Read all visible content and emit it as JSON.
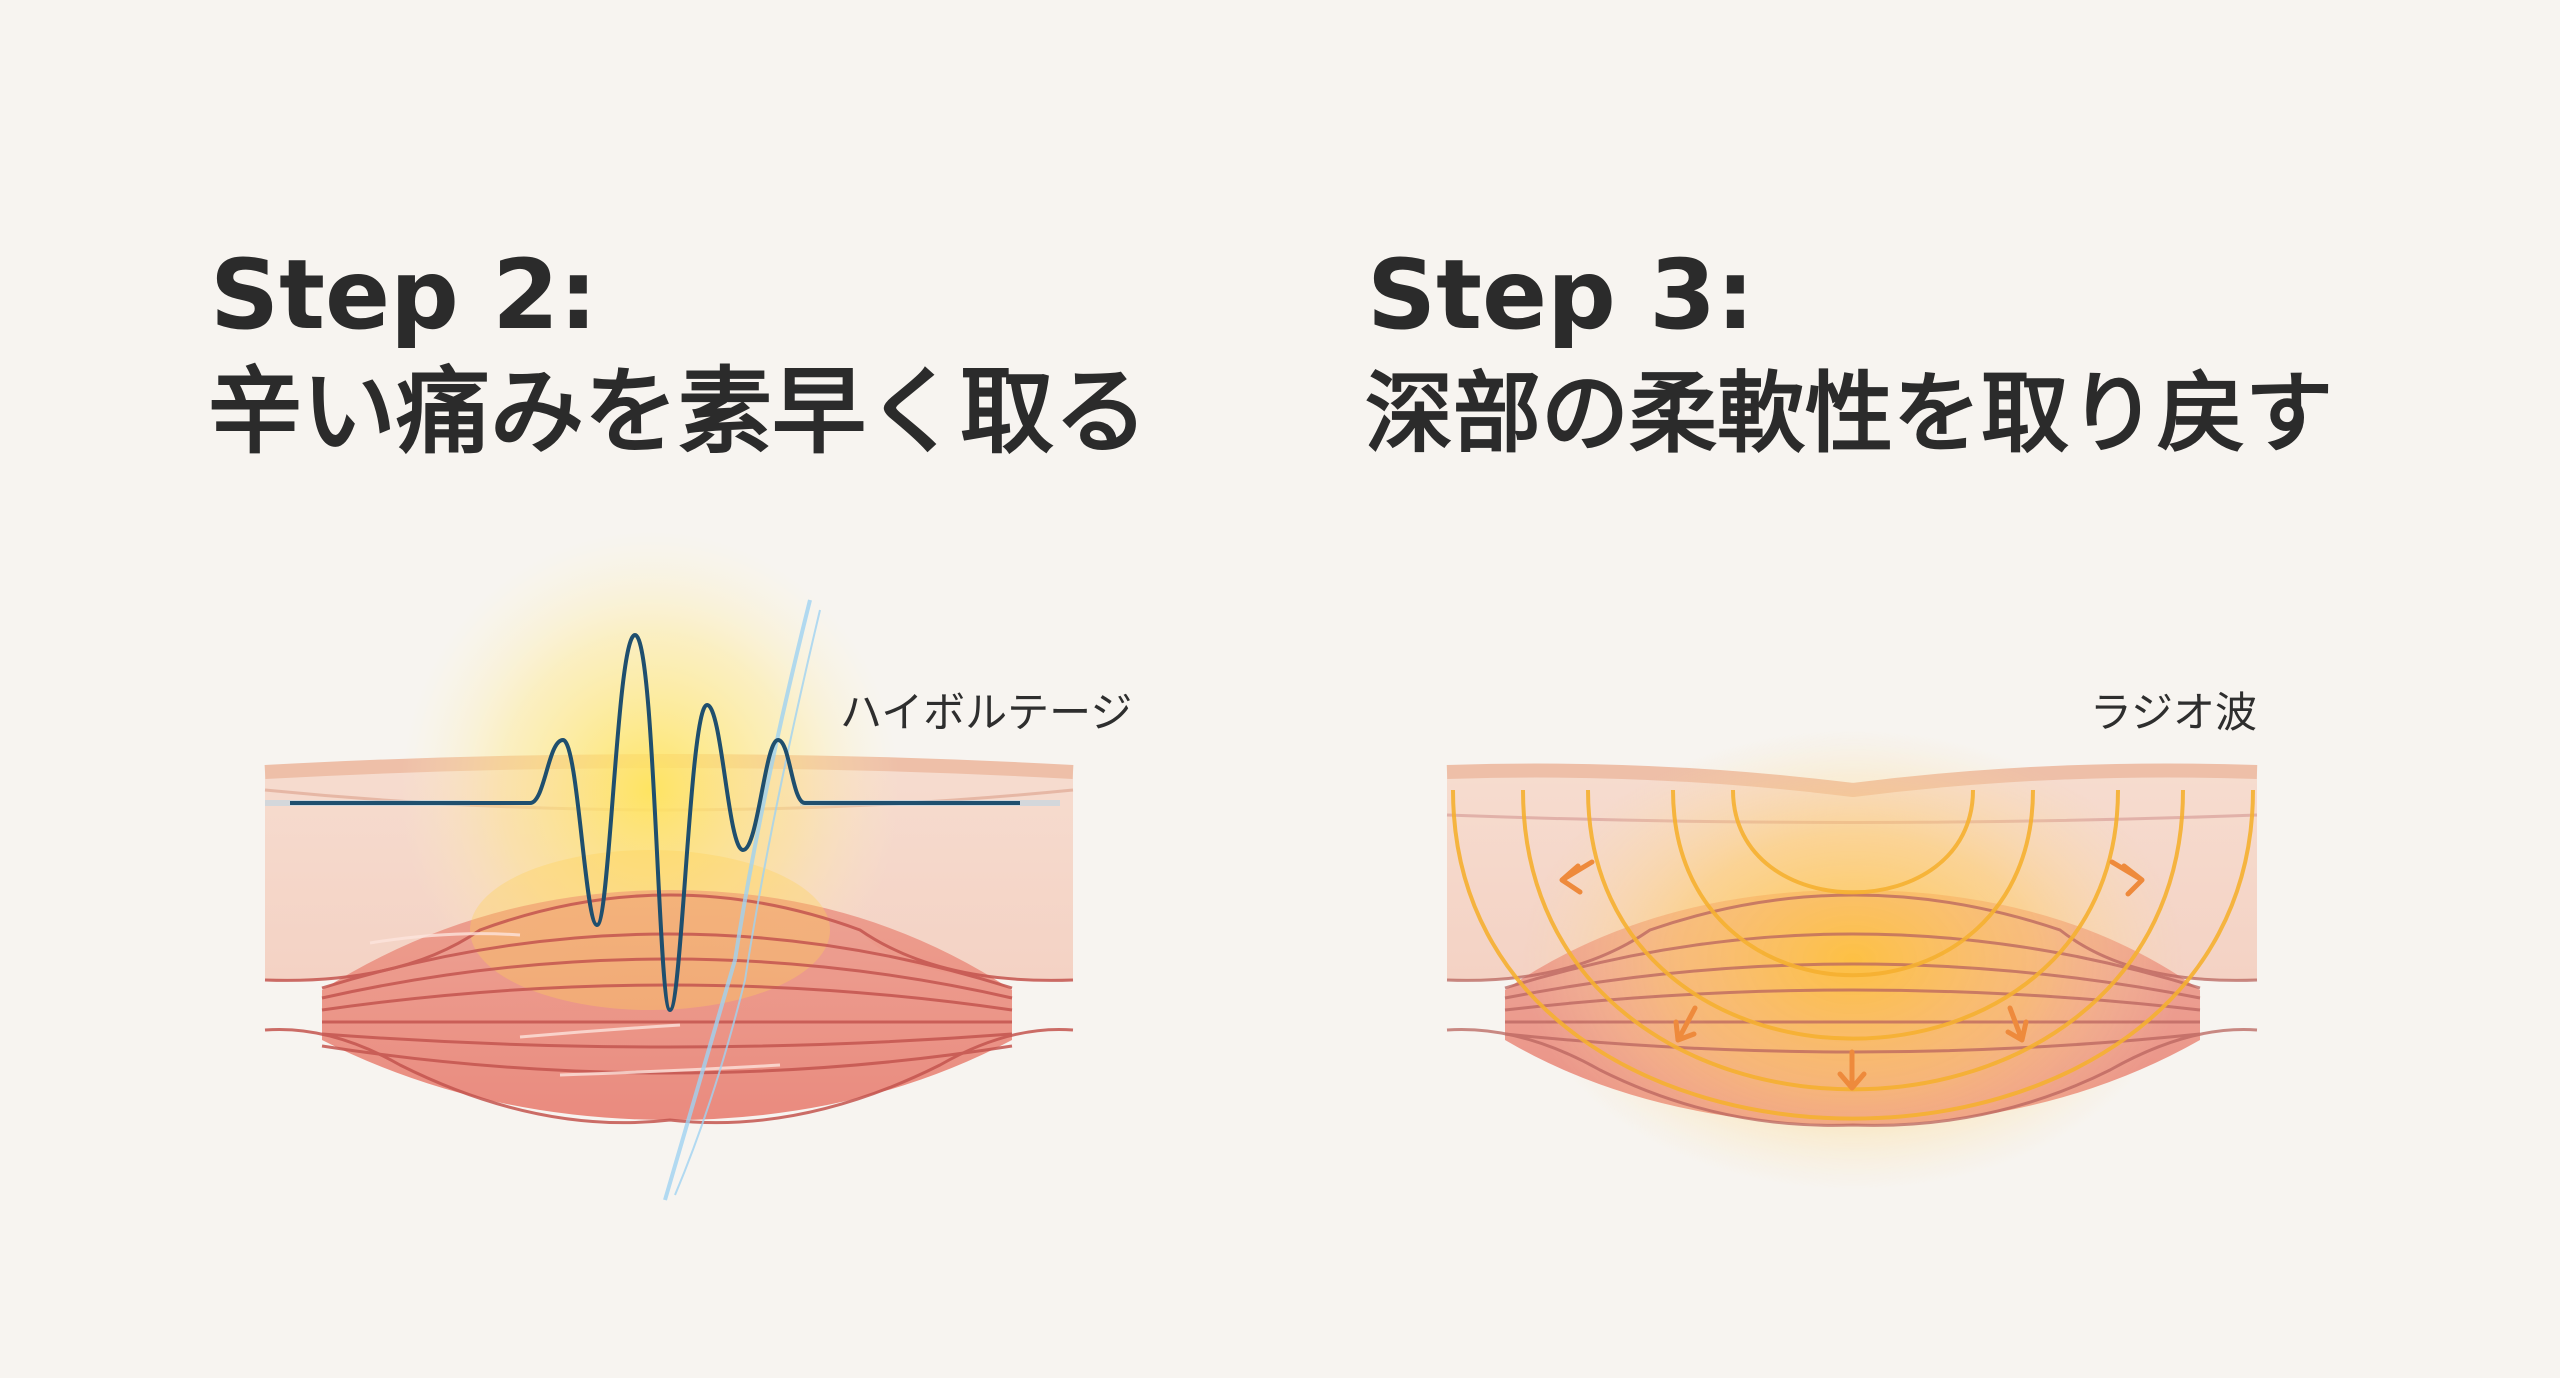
{
  "steps": [
    {
      "heading": "Step 2:",
      "subtitle": "辛い痛みを素早く取る",
      "wave_label": "ハイボルテージ"
    },
    {
      "heading": "Step 3:",
      "subtitle": "深部の柔軟性を取り戻す",
      "wave_label": "ラジオ波"
    }
  ],
  "colors": {
    "background": "#f7f4f0",
    "skin": "#f3d3c4",
    "muscle": "#e8877a",
    "wave_blue": "#1f4f6e",
    "glow_yellow": "#ffe066",
    "rf_orange": "#f5a623",
    "arrow_orange": "#ee8a3c"
  }
}
